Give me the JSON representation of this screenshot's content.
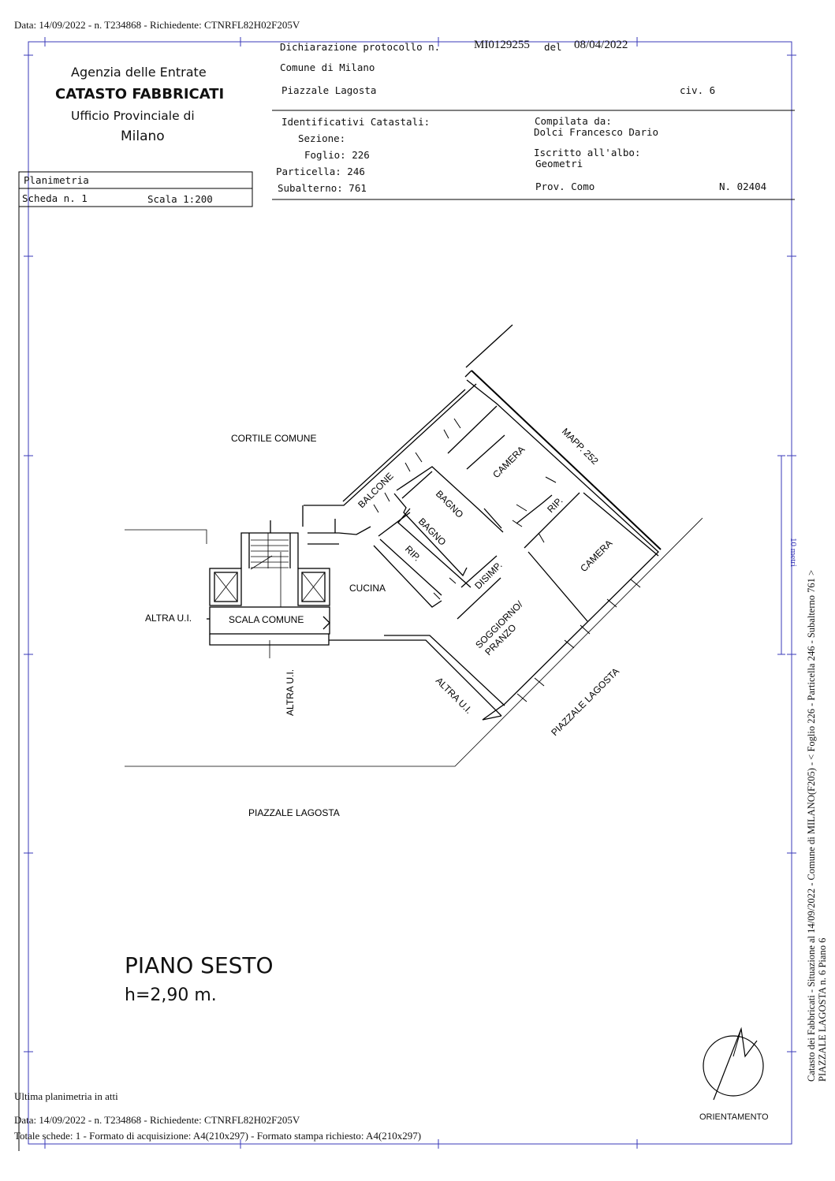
{
  "top_line": "Data: 14/09/2022 - n. T234868 - Richiedente: CTNRFL82H02F205V",
  "header": {
    "agency_line1": "Agenzia delle Entrate",
    "agency_line2": "CATASTO FABBRICATI",
    "agency_line3": "Ufficio Provinciale di",
    "agency_line4": "Milano",
    "dichiarazione_label": "Dichiarazione protocollo n.",
    "protocol_number": "MI0129255",
    "del_label": "del",
    "protocol_date": "08/04/2022",
    "comune": "Comune di Milano",
    "address": "Piazzale Lagosta",
    "civ": "civ. 6",
    "identificativi": "Identificativi Catastali:",
    "sezione": "Sezione:",
    "foglio": "Foglio: 226",
    "particella": "Particella: 246",
    "subalterno": "Subalterno: 761",
    "compilata_label": "Compilata da:",
    "compilata_name": "Dolci Francesco Dario",
    "iscritto_label": "Iscritto all'albo:",
    "iscritto_value": "Geometri",
    "prov": "Prov. Como",
    "numero": "N. 02404",
    "planimetria": "Planimetria",
    "scheda": "Scheda n. 1",
    "scala": "Scala 1:200"
  },
  "plan": {
    "cortile": "CORTILE COMUNE",
    "mapp": "MAPP. 252",
    "camera1": "CAMERA",
    "camera2": "CAMERA",
    "balcone": "BALCONE",
    "bagno1": "BAGNO",
    "bagno2": "BAGNO",
    "rip1": "RIP.",
    "rip2": "RIP.",
    "disimp": "DISIMP.",
    "cucina": "CUCINA",
    "soggiorno1": "SOGGIORNO/",
    "soggiorno2": "PRANZO",
    "altra_ui_left": "ALTRA U.I.",
    "scala_comune": "SCALA COMUNE",
    "altra_ui_vertical": "ALTRA U.I.",
    "altra_ui_diag": "ALTRA U.I.",
    "piazzale_diag": "PIAZZALE LAGOSTA",
    "piazzale_bottom": "PIAZZALE  LAGOSTA",
    "scale_bar": "10 metri"
  },
  "floor": {
    "title": "PIANO SESTO",
    "height": "h=2,90 m."
  },
  "orientamento": "ORIENTAMENTO",
  "side_text_line1": "Catasto dei Fabbricati - Situazione al 14/09/2022 - Comune di MILANO(F205) - < Foglio 226 - Particella  246 - Subalterno 761 >",
  "side_text_line2": "PIAZZALE LAGOSTA n. 6 Piano 6",
  "footer": {
    "ultima": "Ultima planimetria in atti",
    "data_line": "Data: 14/09/2022 - n. T234868 - Richiedente: CTNRFL82H02F205V",
    "totale_line": "Totale schede: 1 - Formato di acquisizione: A4(210x297)  - Formato stampa richiesto: A4(210x297)"
  }
}
